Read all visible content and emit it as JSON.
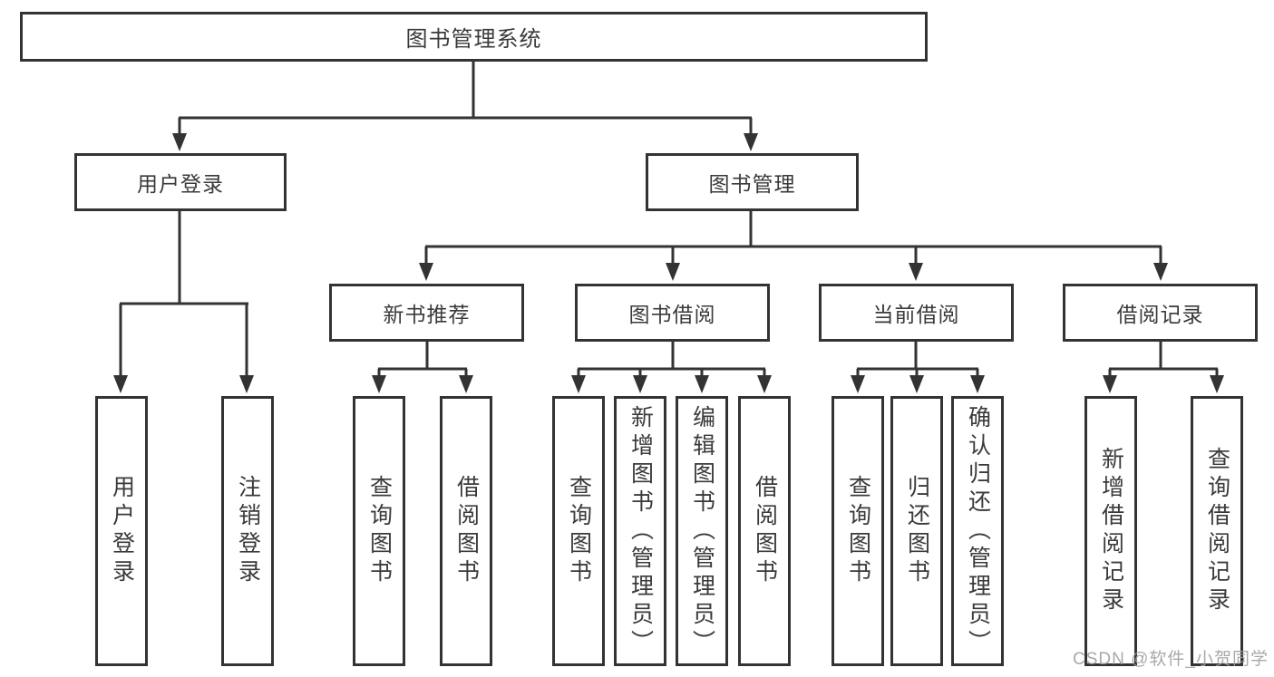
{
  "colors": {
    "line": "#333333",
    "text": "#3a3a3a",
    "background": "#ffffff",
    "watermark": "#9e9e9e"
  },
  "watermark": "CSDN @软件_小贺同学",
  "tree": {
    "root": {
      "label": "图书管理系统"
    },
    "branches": [
      {
        "label": "用户登录",
        "leaves": [
          "用户登录",
          "注销登录"
        ]
      },
      {
        "label": "图书管理",
        "groups": [
          {
            "label": "新书推荐",
            "leaves": [
              "查询图书",
              "借阅图书"
            ]
          },
          {
            "label": "图书借阅",
            "leaves": [
              "查询图书",
              "新增图书（管理员）",
              "编辑图书（管理员）",
              "借阅图书"
            ]
          },
          {
            "label": "当前借阅",
            "leaves": [
              "查询图书",
              "归还图书",
              "确认归还（管理员）"
            ]
          },
          {
            "label": "借阅记录",
            "leaves": [
              "新增借阅记录",
              "查询借阅记录"
            ]
          }
        ]
      }
    ]
  }
}
